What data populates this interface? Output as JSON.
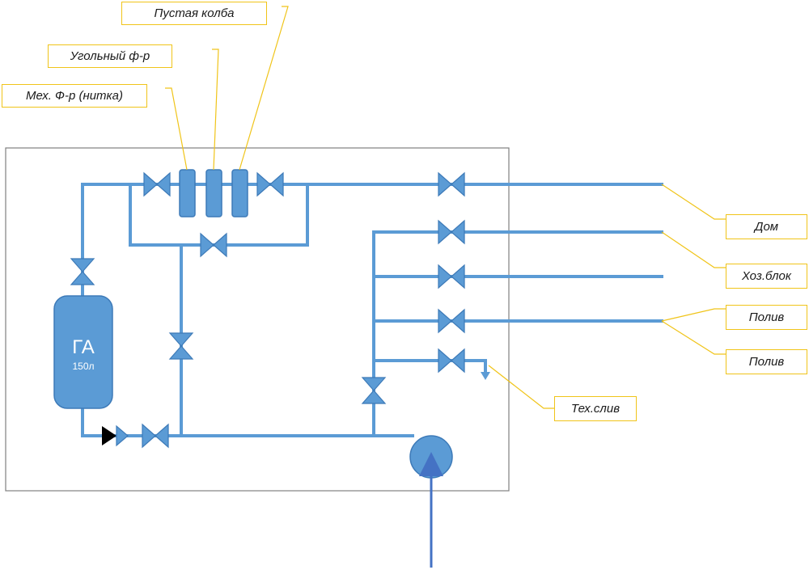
{
  "labels": {
    "empty_flask": "Пустая колба",
    "carbon_filter": "Угольный ф-р",
    "mech_filter": "Мех. Ф-р (нитка)",
    "house": "Дом",
    "utility_block": "Хоз.блок",
    "watering_1": "Полив",
    "watering_2": "Полив",
    "tech_drain": "Тех.слив"
  },
  "tank": {
    "title": "ГА",
    "capacity": "150л"
  },
  "colors": {
    "pipe": "#5b9bd5",
    "pipe_dark": "#3d7ab8",
    "valve_fill": "#5b9bd5",
    "check_valve": "#000000",
    "leader": "#f0c419",
    "frame": "#808080",
    "inlet_arrow": "#4472c4"
  }
}
